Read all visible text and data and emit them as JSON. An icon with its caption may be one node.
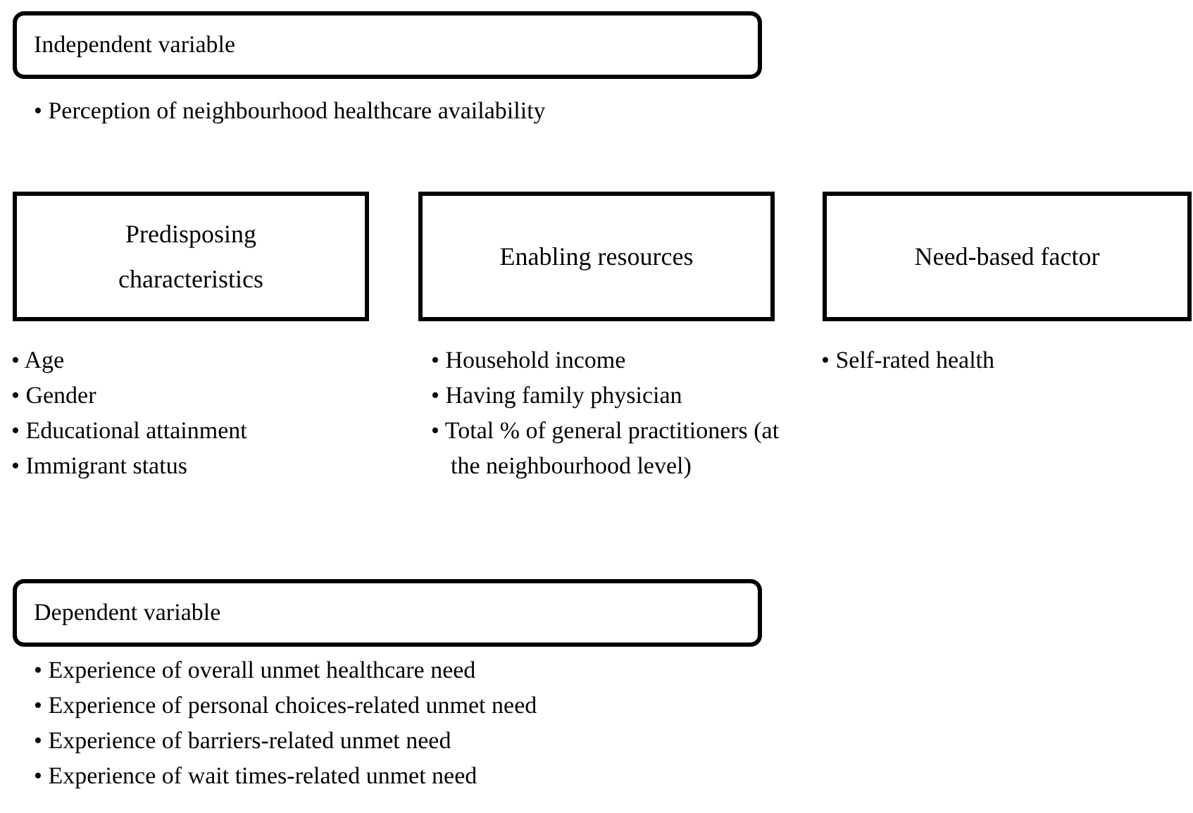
{
  "diagram": {
    "nodes": [
      {
        "text": [
          "Independent variable"
        ],
        "beside": [
          "• Perception of neighbourhood healthcare availability"
        ]
      },
      {
        "text": [
          "Predisposing characteristics"
        ],
        "beside": [
          "• Age",
          "• Gender",
          "• Educational attainment",
          "• Immigrant status"
        ]
      },
      {
        "text": [
          "Enabling resources"
        ],
        "beside": [
          "• Household income",
          "• Having family physician",
          "• Total % of general practitioners (at the neighbourhood level)"
        ]
      },
      {
        "text": [
          "Need-based factor"
        ],
        "beside": [
          "• Self-rated health"
        ]
      },
      {
        "text": [
          "Dependent variable"
        ],
        "beside": [
          "• Experience of overall unmet healthcare need",
          "• Experience of personal choices-related unmet need",
          "• Experience of barriers-related unmet need",
          "• Experience of wait times-related unmet need"
        ]
      }
    ]
  }
}
